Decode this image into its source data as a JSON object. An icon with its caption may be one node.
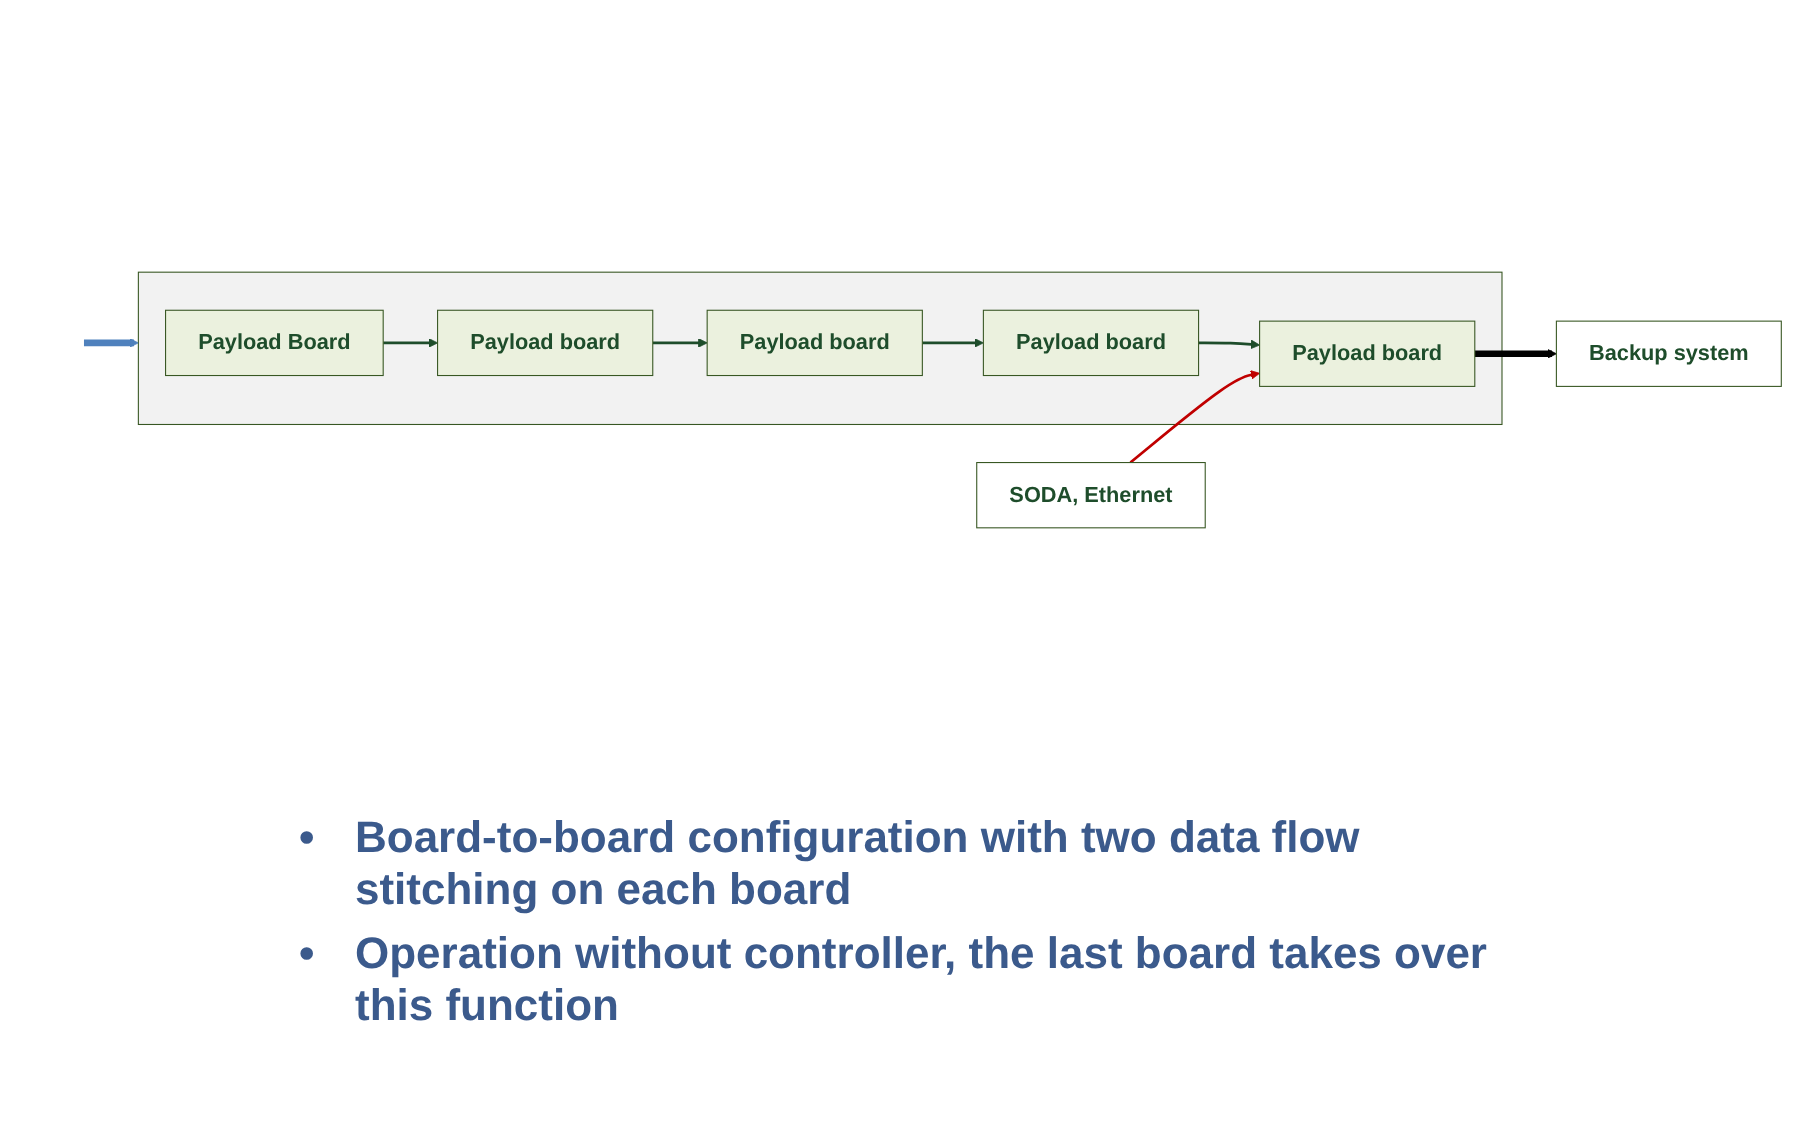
{
  "diagram": {
    "nodes": [
      {
        "text": [],
        "shape": "box"
      },
      {
        "text": [
          "Payload Board"
        ],
        "in": 0
      },
      {
        "text": [
          "Payload board"
        ],
        "in": 0
      },
      {
        "text": [
          "Payload board"
        ],
        "in": 0
      },
      {
        "text": [
          "Payload board"
        ],
        "in": 0
      },
      {
        "text": [
          "Payload board"
        ],
        "in": 0
      },
      {
        "text": [
          "SODA, Ethernet"
        ]
      },
      {
        "text": [
          "Backup system"
        ]
      }
    ],
    "edges": [
      {
        "from": 1,
        "to": 2,
        "arrow": "to"
      },
      {
        "from": 2,
        "to": 3,
        "arrow": "to"
      },
      {
        "from": 3,
        "to": 4,
        "arrow": "to"
      },
      {
        "from": 4,
        "to": 5,
        "arrow": "to"
      },
      {
        "from": 6,
        "to": 5,
        "arrow": "to",
        "color": "#c00000"
      },
      {
        "from": 5,
        "to": 7,
        "arrow": "to",
        "style": "thick",
        "color": "#000000"
      },
      {
        "from": null,
        "to": 0,
        "arrow": "to",
        "style": "thick",
        "color": "#4f81bd"
      }
    ],
    "labels": [
      "•",
      "Board-to-board configuration with two data flow stitching on each board",
      "•",
      "Operation without controller, the last board takes over this function"
    ]
  }
}
